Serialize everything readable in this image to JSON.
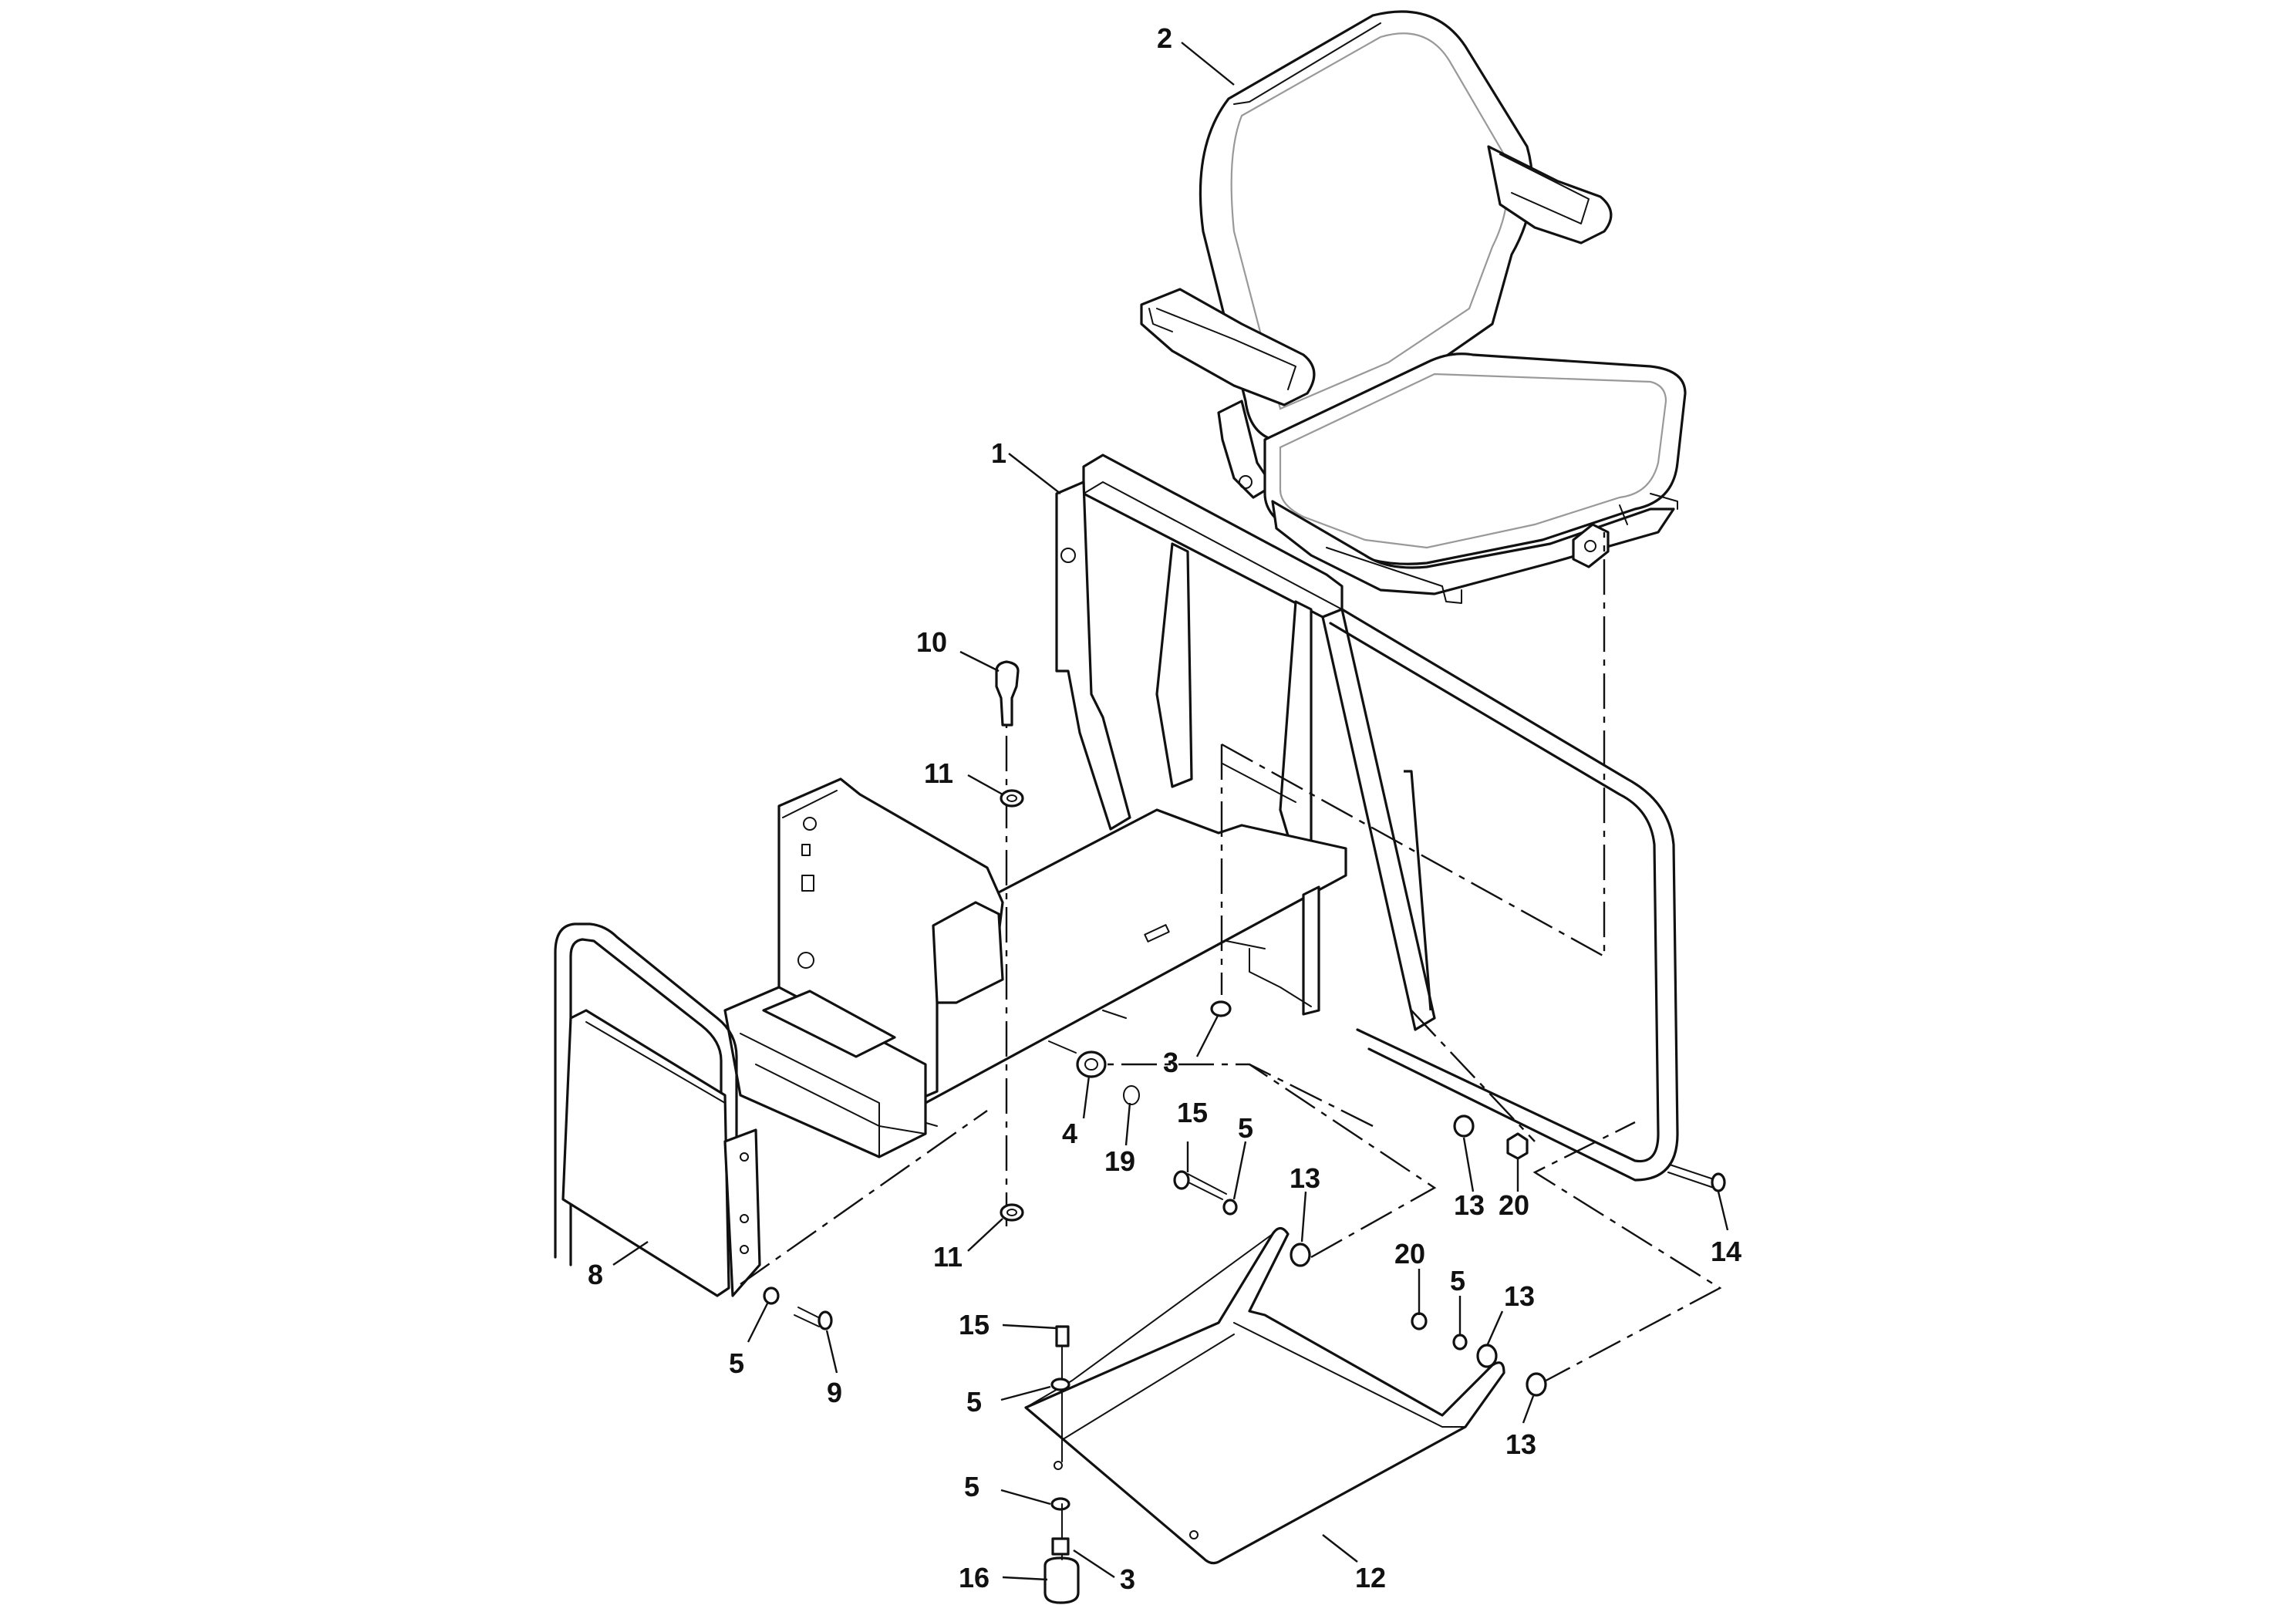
{
  "callouts": {
    "c1": "1",
    "c2": "2",
    "c3a": "3",
    "c3b": "3",
    "c4": "4",
    "c5a": "5",
    "c5b": "5",
    "c5c": "5",
    "c5d": "5",
    "c5e": "5",
    "c8": "8",
    "c9": "9",
    "c10": "10",
    "c11a": "11",
    "c11b": "11",
    "c12": "12",
    "c13a": "13",
    "c13b": "13",
    "c13c": "13",
    "c13d": "13",
    "c14": "14",
    "c15a": "15",
    "c15b": "15",
    "c16": "16",
    "c19": "19",
    "c20a": "20",
    "c20b": "20"
  }
}
